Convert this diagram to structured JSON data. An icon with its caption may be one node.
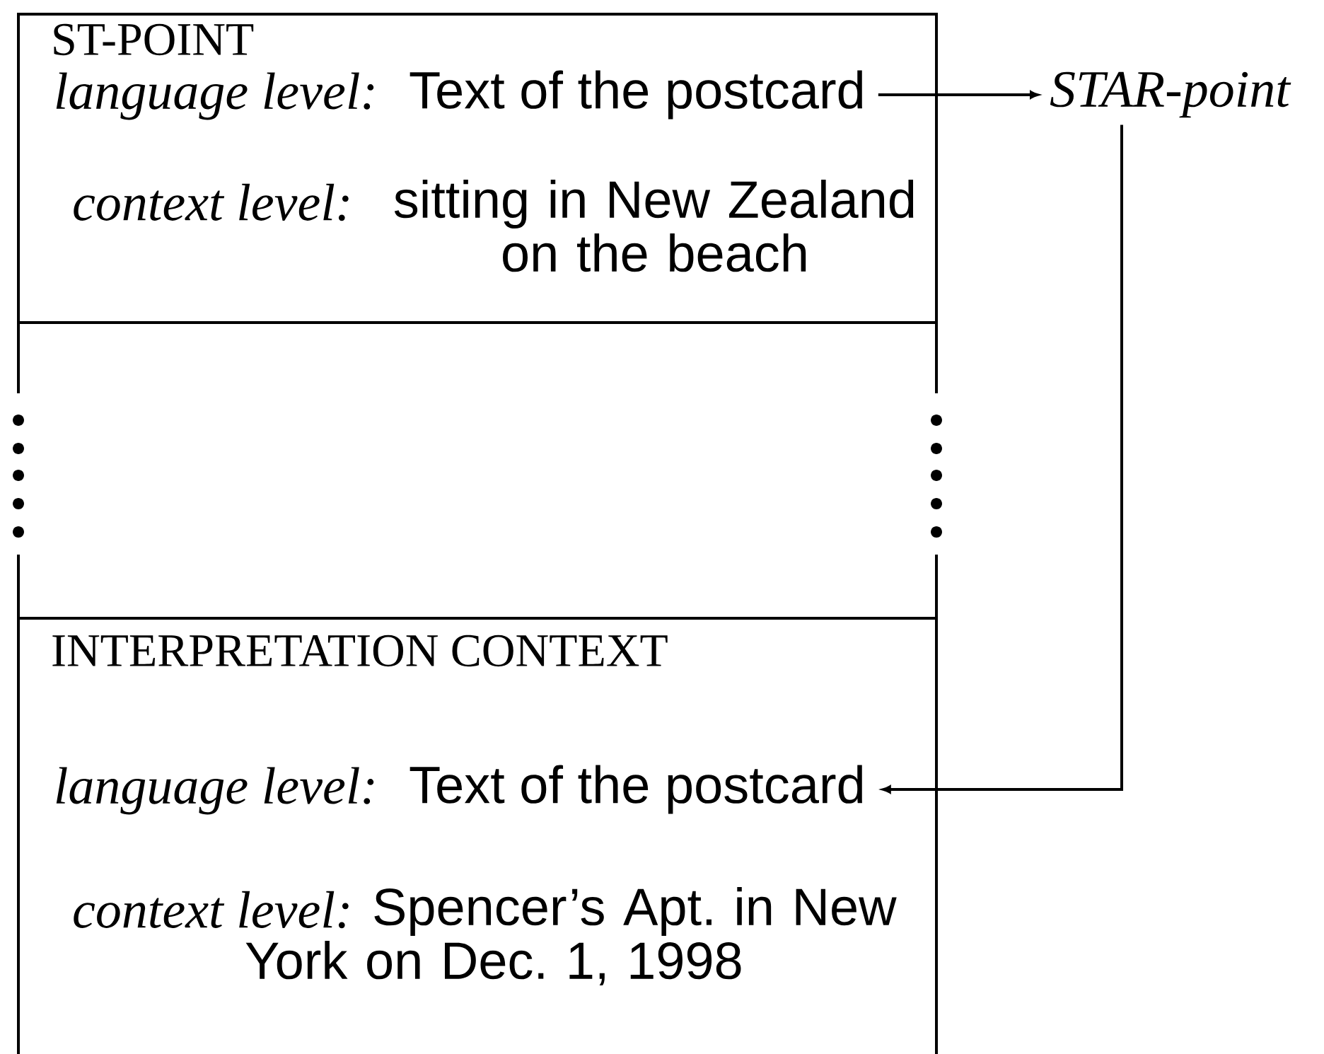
{
  "diagram": {
    "nodes": [
      {
        "text": [
          "ST-POINT",
          "context level:",
          "sitting in New Zealand on the beach"
        ]
      },
      {
        "text": [
          "Text of the postcard"
        ],
        "beside": [
          "language level:"
        ],
        "in": 0
      },
      {
        "text": [
          "STAR-point"
        ]
      },
      {
        "text": [
          "INTERPRETATION CONTEXT",
          "context level:",
          "Spencer’s Apt. in New York on Dec. 1, 1998"
        ]
      },
      {
        "text": [
          "Text of the postcard"
        ],
        "beside": [
          "language level:"
        ],
        "in": 3
      }
    ],
    "edges": [
      {
        "from": 1,
        "to": 2,
        "arrow": "to"
      },
      {
        "from": 2,
        "to": 4,
        "arrow": "to"
      }
    ]
  }
}
